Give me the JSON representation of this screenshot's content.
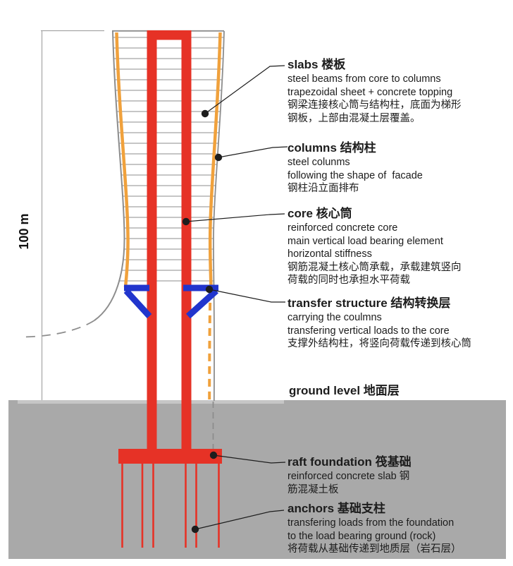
{
  "dimension": {
    "label": "100 m"
  },
  "annotations": {
    "slabs": {
      "title": "slabs 楼板",
      "lines": [
        "steel beams from core to columns",
        "trapezoidal sheet + concrete topping",
        "钢梁连接核心筒与结构柱，底面为梯形",
        "钢板，上部由混凝土层覆盖。"
      ]
    },
    "columns": {
      "title": "columns 结构柱",
      "lines": [
        "steel colunms",
        "following the shape of  facade",
        "钢柱沿立面排布"
      ]
    },
    "core": {
      "title": "core 核心筒",
      "lines": [
        "reinforced concrete core",
        "main vertical load bearing element",
        "horizontal stiffness",
        "钢筋混凝土核心筒承载，承载建筑竖向",
        "荷载的同时也承担水平荷载"
      ]
    },
    "transfer": {
      "title": "transfer structure 结构转换层",
      "lines": [
        "carrying the coulmns",
        "transfering vertical loads to the core",
        "支撑外结构柱，将竖向荷载传递到核心筒"
      ]
    },
    "ground": {
      "title": "ground level 地面层"
    },
    "raft": {
      "title": "raft foundation 筏基础",
      "lines": [
        "reinforced concrete slab 钢",
        "筋混凝土板"
      ]
    },
    "anchors": {
      "title": "anchors 基础支柱",
      "lines": [
        "transfering loads from the foundation",
        "to the load bearing ground (rock)",
        "将荷载从基础传递到地质层（岩石层）"
      ]
    }
  },
  "colors": {
    "core_red": "#e63226",
    "column_orange": "#f0a13c",
    "transfer_blue": "#2135cd",
    "facade_gray": "#8d8d8d",
    "slab_gray": "#b4b4b4",
    "ground_gray": "#a9a9a9",
    "ground_light": "#c6c6c6",
    "dimension_gray": "#a6a6a6",
    "leader_dark": "#1d1d1d"
  }
}
